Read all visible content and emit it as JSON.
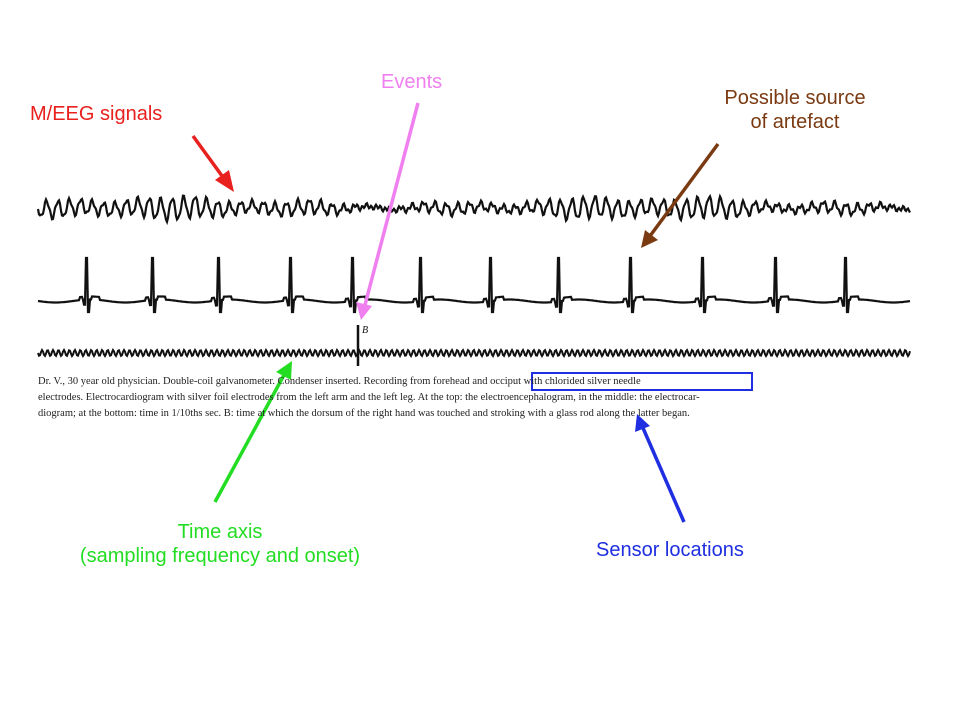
{
  "labels": {
    "signals": "M/EEG signals",
    "events": "Events",
    "artefact_line1": "Possible source",
    "artefact_line2": "of artefact",
    "time_line1": "Time axis",
    "time_line2": "(sampling frequency and onset)",
    "sensors": "Sensor locations"
  },
  "event_marker": "B",
  "caption": {
    "line1": "Dr. V., 30 year old physician. Double-coil galvanometer. Condenser inserted. Recording from forehead and occiput with chlorided silver needle",
    "line2": "electrodes. Electrocardiogram with silver foil electrodes from the left arm and the left leg. At the top: the electroencephalogram, in the middle: the electrocar-",
    "line3": "diogram; at the bottom: time in 1/10ths sec. B: time at which the dorsum of the right hand was touched and stroking with a glass rod along the latter began."
  },
  "colors": {
    "signals": "#e8201e",
    "events": "#f07ff0",
    "artefact": "#7a3a12",
    "time": "#22dd22",
    "sensors": "#1e2ee0",
    "trace": "#111111"
  }
}
